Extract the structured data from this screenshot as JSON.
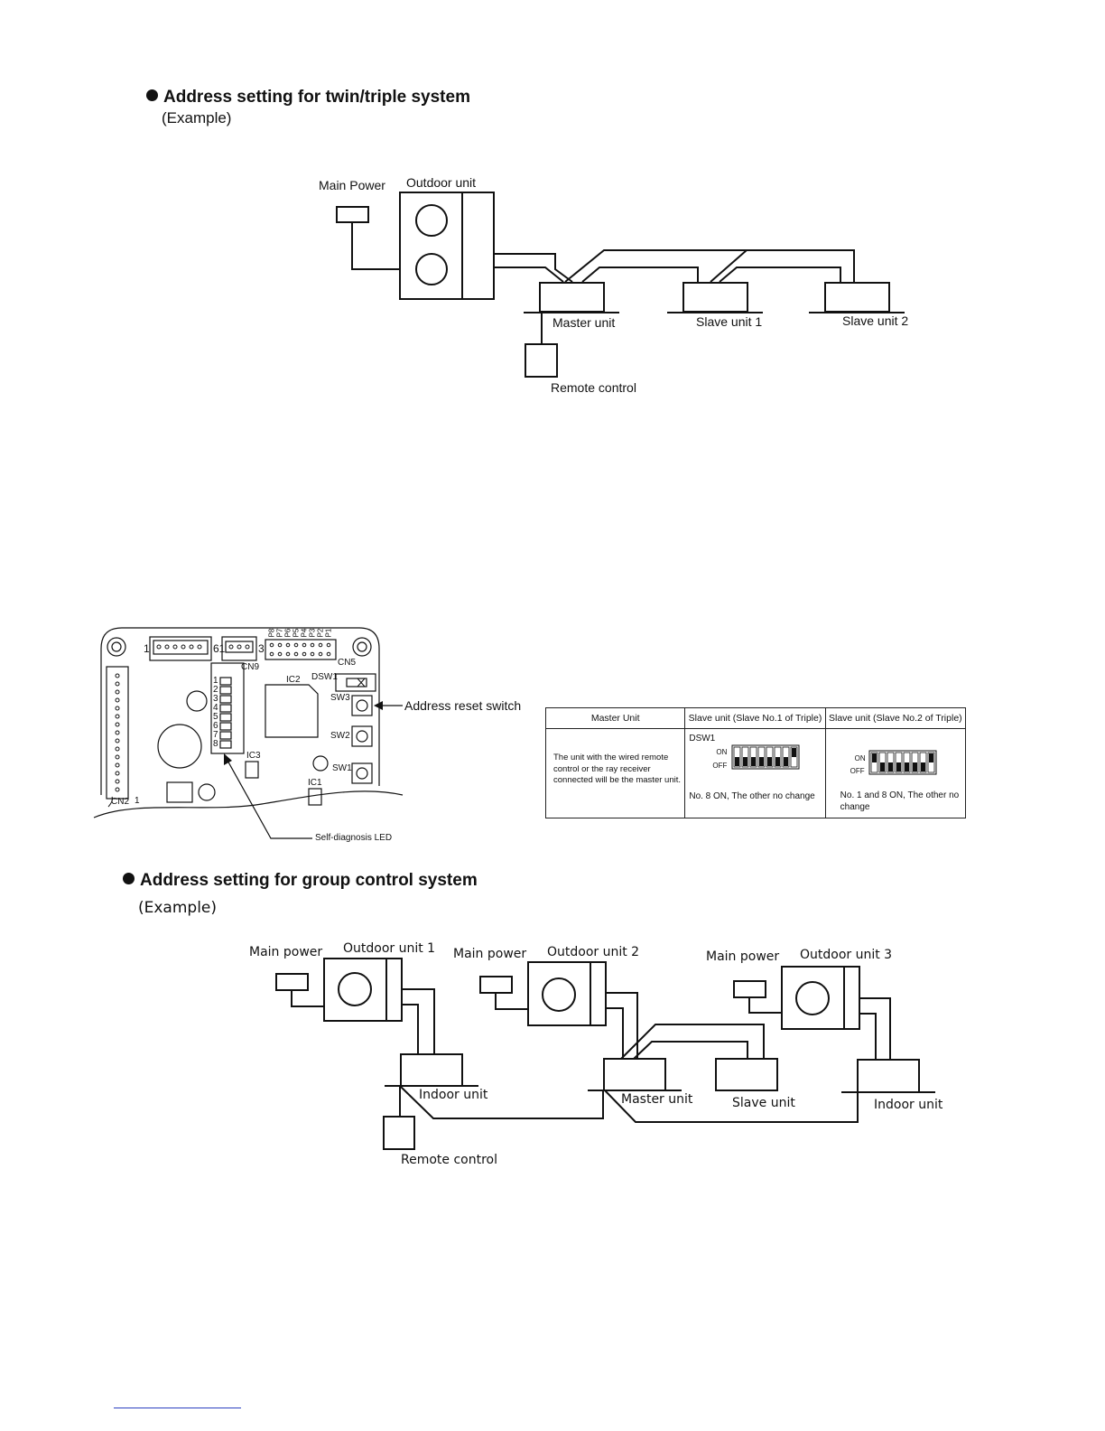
{
  "section1": {
    "heading": "Address setting for twin/triple system",
    "example": "(Example)",
    "labels": {
      "main_power": "Main Power",
      "outdoor_unit": "Outdoor unit",
      "master_unit": "Master unit",
      "slave_unit_1": "Slave unit 1",
      "slave_unit_2": "Slave unit 2",
      "remote_control": "Remote control"
    }
  },
  "pcb": {
    "connectors": {
      "cn9": "CN9",
      "cn5": "CN5",
      "cn2": "CN2",
      "pin1_left": "1",
      "pin61": "61",
      "pin3": "3",
      "pin1_cn2": "1"
    },
    "pins": [
      "P8",
      "P7",
      "P6",
      "P5",
      "P4",
      "P3",
      "P2",
      "P1"
    ],
    "led_numbers": [
      "1",
      "2",
      "3",
      "4",
      "5",
      "6",
      "7",
      "8"
    ],
    "ic_labels": {
      "ic1": "IC1",
      "ic2": "IC2",
      "ic3": "IC3"
    },
    "switches": {
      "dsw": "DSW1",
      "sw1": "SW1",
      "sw2": "SW2",
      "sw3": "SW3"
    },
    "callouts": {
      "address_reset": "Address reset switch",
      "self_diagnosis": "Self-diagnosis LED"
    }
  },
  "dsw_table": {
    "headers": [
      "Master Unit",
      "Slave unit (Slave No.1 of Triple)",
      "Slave unit (Slave No.2 of Triple)"
    ],
    "master_text": "The unit with the wired remote control or the ray receiver connected will be the master unit.",
    "dsw1_label": "DSW1",
    "on_label": "ON",
    "off_label": "OFF",
    "slave1_note": "No. 8 ON, The other no change",
    "slave2_note": "No. 1 and 8 ON, The other no change",
    "slave1_switches_on": [
      false,
      false,
      false,
      false,
      false,
      false,
      false,
      true
    ],
    "slave2_switches_on": [
      true,
      false,
      false,
      false,
      false,
      false,
      false,
      true
    ]
  },
  "section2": {
    "heading": "Address setting for group control system",
    "example": "(Example)",
    "labels": {
      "main_power_1": "Main power",
      "outdoor_unit_1": "Outdoor unit 1",
      "main_power_2": "Main power",
      "outdoor_unit_2": "Outdoor unit 2",
      "main_power_3": "Main power",
      "outdoor_unit_3": "Outdoor unit 3",
      "indoor_unit_1": "Indoor unit",
      "master_unit": "Master unit",
      "slave_unit": "Slave unit",
      "indoor_unit_3": "Indoor unit",
      "remote_control": "Remote control"
    }
  }
}
